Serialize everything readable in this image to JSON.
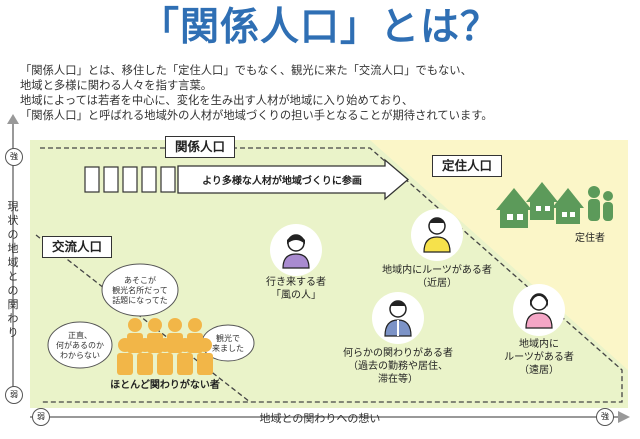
{
  "title": "「関係人口」とは？",
  "description": [
    "「関係人口」とは、移住した「定住人口」でもなく、観光に来た「交流人口」でもない、",
    "地域と多様に関わる人々を指す言葉。",
    "地域によっては若者を中心に、変化を生み出す人材が地域に入り始めており、",
    "「関係人口」と呼ばれる地域外の人材が地域づくりの担い手となることが期待されています。"
  ],
  "axes": {
    "y_label": "現状の地域との関わり",
    "x_label": "地域との関わりへの想い",
    "strong": "強",
    "weak": "弱"
  },
  "regions": {
    "kankei": "関係人口",
    "teiju": "定住人口",
    "koryu": "交流人口"
  },
  "arrow_text": "より多様な人材が地域づくりに参画",
  "teijusha": "定住者",
  "bubbles": {
    "top": [
      "あそこが",
      "観光名所だって",
      "話題になってた"
    ],
    "left": [
      "正直、",
      "何があるのか",
      "わからない"
    ],
    "right": [
      "観光で",
      "来ました"
    ]
  },
  "crowd_label": "ほとんど関わりがない者",
  "persons": {
    "kaze": [
      "行き来する者",
      "「風の人」"
    ],
    "kinkyo": [
      "地域内にルーツがある者",
      "（近居）"
    ],
    "nanraka": [
      "何らかの関わりがある者",
      "（過去の勤務や居住、",
      "滞在等）"
    ],
    "enkyo": [
      "地域内に",
      "ルーツがある者",
      "（遠居）"
    ]
  },
  "colors": {
    "title": "#2f6fb4",
    "zone_green": "#eaf3c9",
    "zone_yellow": "#fbf6c8",
    "house_green": "#5c9a5a",
    "crowd_orange": "#f2b648"
  }
}
